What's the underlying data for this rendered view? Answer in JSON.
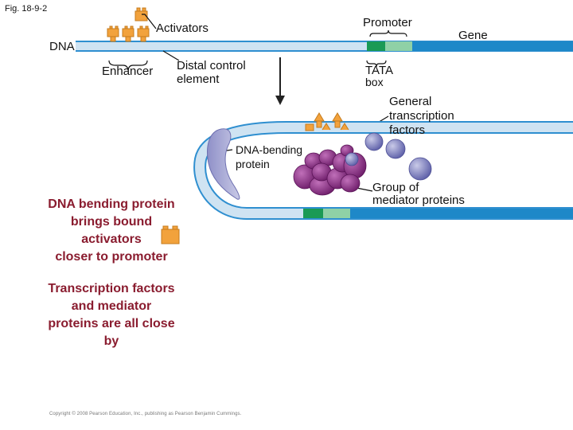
{
  "figure_label": "Fig. 18-9-2",
  "labels": {
    "activators": "Activators",
    "promoter": "Promoter",
    "gene": "Gene",
    "dna": "DNA",
    "enhancer": "Enhancer",
    "distal_control_line1": "Distal control",
    "distal_control_line2": "element",
    "tata_line1": "TATA",
    "tata_line2": "box",
    "gtf_line1": "General",
    "gtf_line2": "transcription",
    "gtf_line3": "factors",
    "dna_bending_line1": "DNA-bending",
    "dna_bending_line2": "protein",
    "mediator_line1": "Group of",
    "mediator_line2": "mediator proteins"
  },
  "callout1": [
    "DNA bending protein",
    "brings bound",
    "activators",
    "closer to promoter"
  ],
  "callout2": [
    "Transcription factors",
    "and mediator",
    "proteins are all close",
    "by"
  ],
  "copyright": "Copyright © 2008 Pearson Education, Inc., publishing as Pearson Benjamin Cummings.",
  "colors": {
    "dna_fill": "#cfe3f2",
    "dna_edge": "#2f8fd0",
    "gene_blue": "#1e88c8",
    "promoter_dark_green": "#1a9a55",
    "promoter_light_green": "#8fd1a6",
    "activator_orange": "#f2a23c",
    "callout_text": "#8a1c2f",
    "mediator_purple": "#8a2a85",
    "gtf_lavender": "#7f80c2"
  }
}
